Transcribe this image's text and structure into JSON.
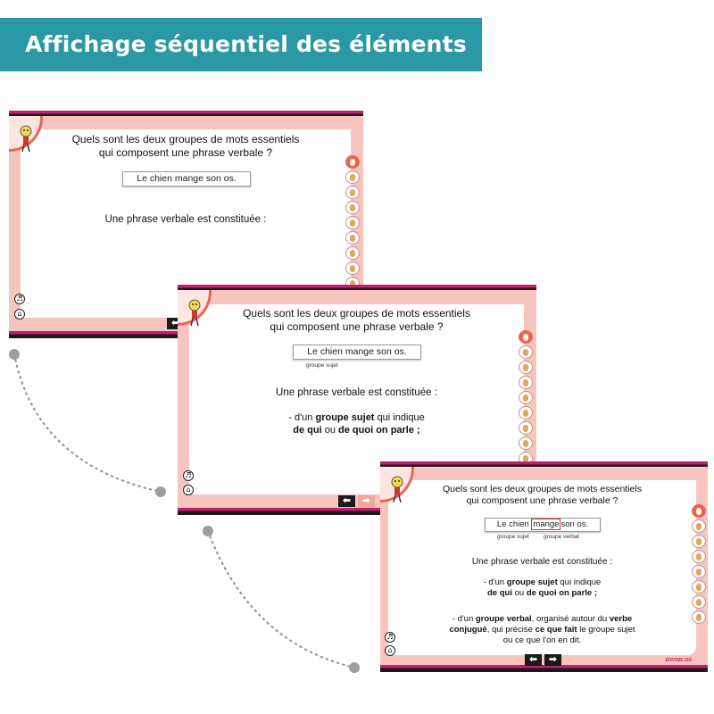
{
  "banner": {
    "title": "Affichage séquentiel des éléments"
  },
  "question": {
    "line1": "Quels sont les deux groupes de mots essentiels",
    "line2": "qui composent une phrase verbale ?"
  },
  "sentence": {
    "full": "Le chien mange son os.",
    "subject": "Le chien",
    "verb": "mange",
    "rest": "son os."
  },
  "labels": {
    "subject_group": "groupe sujet",
    "verbal_group": "groupe verbal"
  },
  "intro": "Une phrase verbale est constituée :",
  "point1": {
    "a": "- d'un ",
    "b": "groupe sujet",
    "c": " qui indique",
    "d": "de qui",
    "e": " ou ",
    "f": "de quoi on parle ;"
  },
  "point2": {
    "a": "- d'un ",
    "b": "groupe verbal",
    "c": ", organisé autour du ",
    "d": "verbe",
    "e": "conjugué",
    "f": ", qui précise ",
    "g": "ce que fait",
    "h": " le groupe sujet",
    "i": "ou ce que l'on en dit."
  },
  "controls": {
    "sound_icon": "speaker-icon",
    "home_icon": "home-icon",
    "prev_glyph": "⬅",
    "next_glyph": "➡"
  },
  "credit": "ENVISIE ISS",
  "colors": {
    "banner": "#2a99a3",
    "frame": "#f7c5c0",
    "accent": "#c21e6d",
    "coral": "#e8645a"
  }
}
